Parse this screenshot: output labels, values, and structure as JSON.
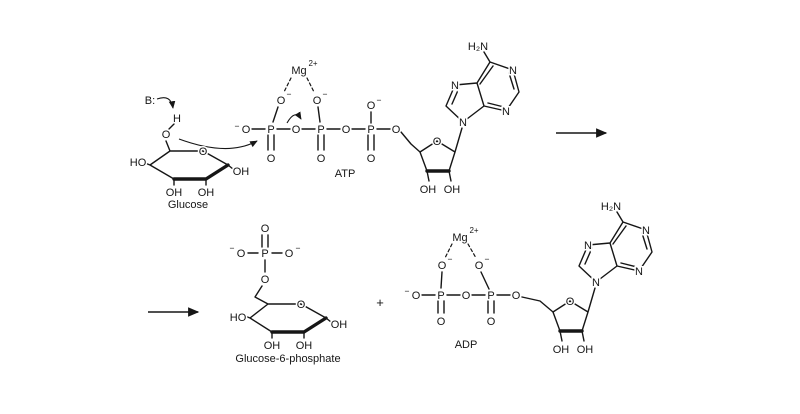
{
  "labels": {
    "glucose": "Glucose",
    "atp": "ATP",
    "glucose_6_phosphate": "Glucose-6-phosphate",
    "adp": "ADP",
    "plus": "+"
  },
  "atoms": {
    "mg": "Mg",
    "mg_charge": "2+",
    "base": "B:",
    "hydrogen": "H",
    "oxygen": "O",
    "phosphorus": "P",
    "nitrogen": "N",
    "hydroxyl": "OH",
    "hydroxyl_rev": "HO",
    "amine": "H₂N",
    "minus": "−"
  }
}
